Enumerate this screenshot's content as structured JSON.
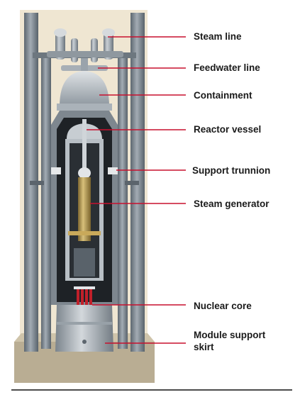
{
  "labels": {
    "steam_line": "Steam line",
    "feedwater_line": "Feedwater line",
    "containment": "Containment",
    "reactor_vessel": "Reactor vessel",
    "support_trunnion": "Support trunnion",
    "steam_generator": "Steam generator",
    "nuclear_core": "Nuclear core",
    "module_support_skirt_line1": "Module support",
    "module_support_skirt_line2": "skirt"
  },
  "colors": {
    "leader": "#c8102e",
    "pit_wall": "#efe6d2",
    "base": "#b9ad93",
    "steel": "#9aa3ab",
    "column": "#7f8a94",
    "generator": "#b59a52",
    "core_rods": "#c0202a"
  }
}
